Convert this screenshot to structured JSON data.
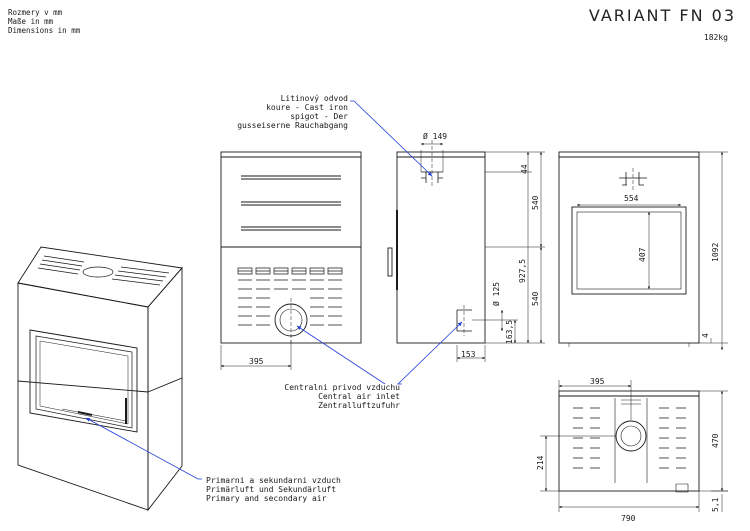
{
  "header": {
    "units_lines": [
      "Rozmery v mm",
      "Maße in mm",
      "Dimensions in mm"
    ],
    "title": "VARIANT FN 03",
    "weight": "182kg"
  },
  "callouts": {
    "spigot": [
      "Litinový odvod",
      "koure - Cast iron",
      "spigot - Der",
      "gusseiserne Rauchabgang"
    ],
    "central_air": [
      "Centralni privod vzduchu",
      "Central air inlet",
      "Zentralluftzufuhr"
    ],
    "primary_air": [
      "Primarni a sekundarni vzduch",
      "Primärluft und Sekundärluft",
      "Primary and secondary air"
    ]
  },
  "dimensions": {
    "front_width": "395",
    "flue_diameter": "Ø 149",
    "flue_top_offset": "44",
    "upper_height": "540",
    "lower_height": "540",
    "total_height_side": "927,5",
    "air_inlet_diameter": "Ø 125",
    "air_inlet_height": "163,5",
    "air_inlet_offset": "153",
    "glass_width": "554",
    "glass_height": "407",
    "total_height": "1092",
    "foot_height": "4",
    "plan_width": "395",
    "plan_depth": "470",
    "plan_inlet_offset": "214",
    "plan_overall_width": "790",
    "plan_small": "5,1"
  },
  "colors": {
    "line": "#1a1a1a",
    "callout": "#1f3fd6"
  }
}
